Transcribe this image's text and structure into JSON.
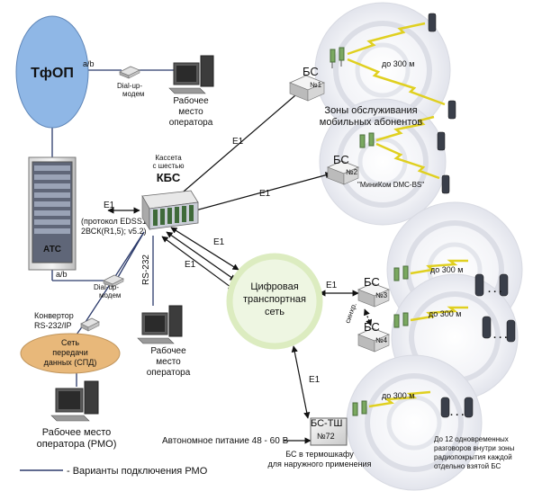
{
  "pstn": {
    "label": "ТфОП",
    "link": "a/b"
  },
  "modems": {
    "top": [
      "Dial-up-",
      "модем"
    ],
    "bottom": [
      "Dial-up-",
      "модем"
    ]
  },
  "operator_label": [
    "Рабочее",
    "место",
    "оператора"
  ],
  "ats": {
    "label": "АТС",
    "link": "a/b"
  },
  "link_e1_ats": [
    "E1",
    "(протокол EDSS1;",
    "2ВСК(R1,5); v5.2)"
  ],
  "kbs": {
    "caption": [
      "Кассета",
      "с шестью"
    ],
    "title": "КБС"
  },
  "e1": "E1",
  "rs232": "RS-232",
  "converter": [
    "Конвертор",
    "RS-232/IP"
  ],
  "spd": [
    "Сеть",
    "передачи",
    "данных (СПД)"
  ],
  "rmo": [
    "Рабочее место",
    "оператора (РМО)"
  ],
  "legend": "- Варианты подключения РМО",
  "bs": {
    "bs_label": "БС",
    "n1": "№1",
    "n2": "№2",
    "n3": "№3",
    "n4": "№4",
    "minikom": "\"МиниКом DMC-BS\"",
    "sync": "синхр.",
    "tsh": "БС-ТШ",
    "n72": "№72"
  },
  "distance": "до 300 м",
  "zones": [
    "Зоны обслуживания",
    "мобильных абонентов"
  ],
  "transport": [
    "Цифровая",
    "транспортная",
    "сеть"
  ],
  "power": "Автономное питание 48 - 60 В",
  "cabinet": [
    "БС в термошкафу",
    "для наружного применения"
  ],
  "concurrent": [
    "До 12 одновременных",
    "разговоров внутри зоны",
    "радиопокрытия каждой",
    "отдельно взятой БС"
  ],
  "dots": ". . .",
  "colors": {
    "pstn": "#8fb7e6",
    "spd": "#e8b87a",
    "transport": "#dcecc0",
    "line": "#2b3a6b",
    "zap": "#e0d020"
  }
}
